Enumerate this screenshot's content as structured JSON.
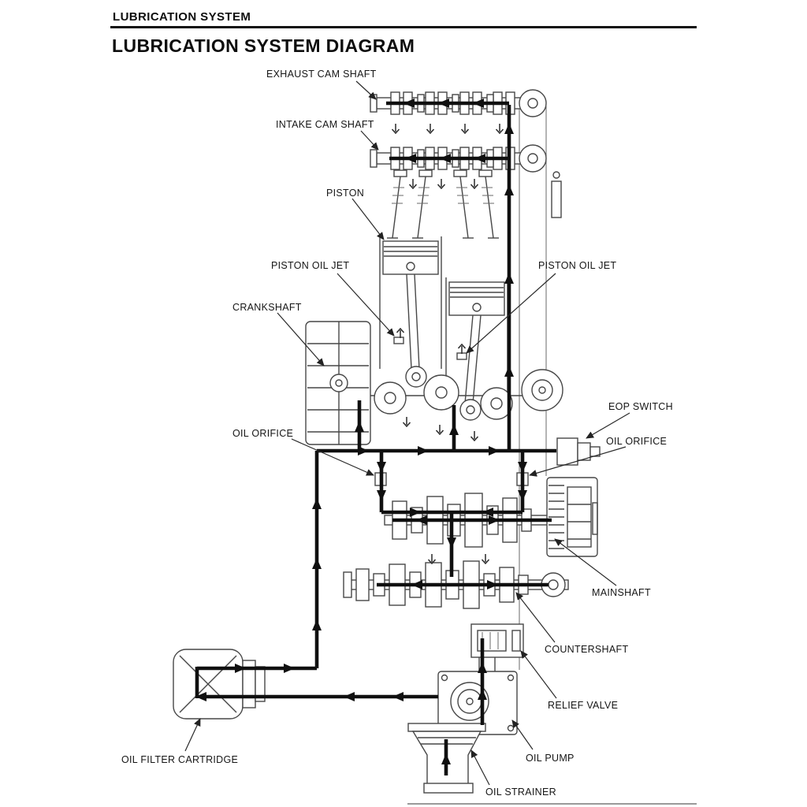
{
  "page": {
    "header": "LUBRICATION SYSTEM",
    "title": "LUBRICATION SYSTEM DIAGRAM"
  },
  "labels": {
    "exhaust_cam_shaft": "EXHAUST CAM SHAFT",
    "intake_cam_shaft": "INTAKE CAM SHAFT",
    "piston": "PISTON",
    "piston_oil_jet_left": "PISTON OIL JET",
    "piston_oil_jet_right": "PISTON OIL JET",
    "crankshaft": "CRANKSHAFT",
    "eop_switch": "EOP SWITCH",
    "oil_orifice_left": "OIL ORIFICE",
    "oil_orifice_right": "OIL ORIFICE",
    "mainshaft": "MAINSHAFT",
    "countershaft": "COUNTERSHAFT",
    "relief_valve": "RELIEF VALVE",
    "oil_pump": "OIL PUMP",
    "oil_strainer": "OIL STRAINER",
    "oil_filter_cartridge": "OIL FILTER CARTRIDGE"
  },
  "colors": {
    "line_art": "#474747",
    "oil_flow": "#101010",
    "text": "#161616"
  }
}
